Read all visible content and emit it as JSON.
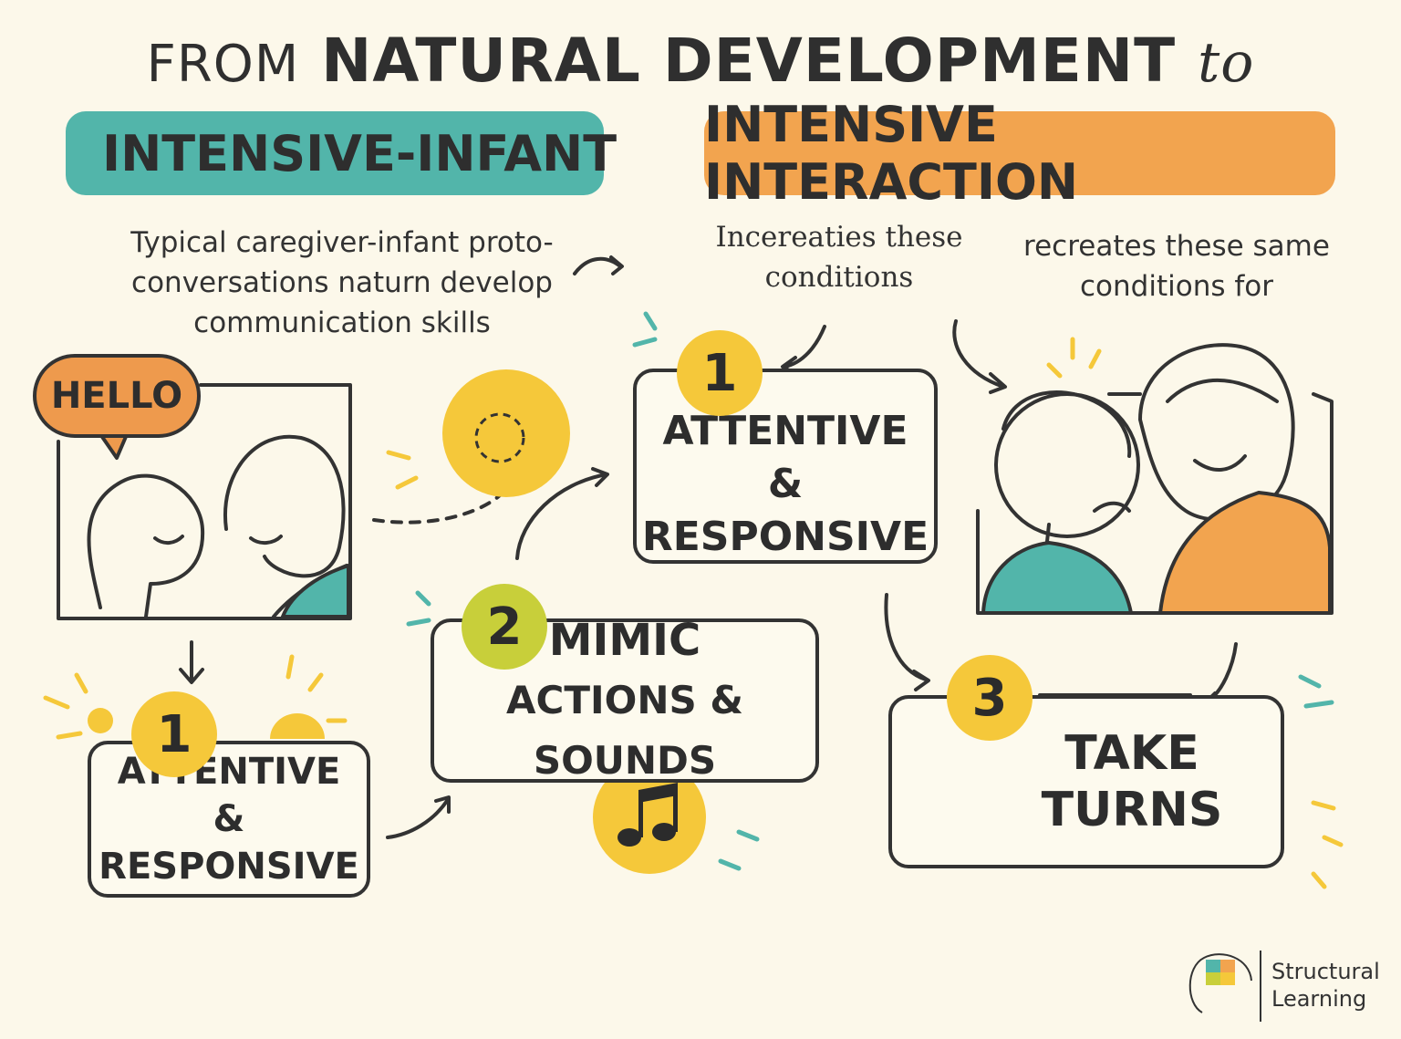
{
  "title": {
    "prefix": "FROM",
    "main": "NATURAL DEVELOPMENT",
    "suffix": "to"
  },
  "left_pill": "INTENSIVE-INFANT",
  "right_pill": "INTENSIVE INTERACTION",
  "notes": {
    "left": "Typical caregiver-infant proto-conversations naturn develop communication skills",
    "middle": "Incereaties these conditions",
    "right": "recreates these same conditions for"
  },
  "speech_bubble": "HELLO",
  "steps": {
    "left_one": {
      "number": "1",
      "line1": "ATTENTIVE",
      "line2": "& RESPONSIVE"
    },
    "two": {
      "number": "2",
      "line1": "MIMIC",
      "line2": "ACTIONS & SOUNDS"
    },
    "top_one": {
      "number": "1",
      "line1": "ATTENTIVE",
      "line2": "& RESPONSIVE"
    },
    "three": {
      "number": "3",
      "line1": "TAKE",
      "line2": "TURNS"
    }
  },
  "logo": {
    "line1": "Structural",
    "line2": "Learning"
  },
  "colors": {
    "teal": "#52b5aa",
    "orange": "#f2a44f",
    "yellow": "#f5c83a",
    "lime": "#c8cf3a",
    "background": "#fcf8ea"
  }
}
